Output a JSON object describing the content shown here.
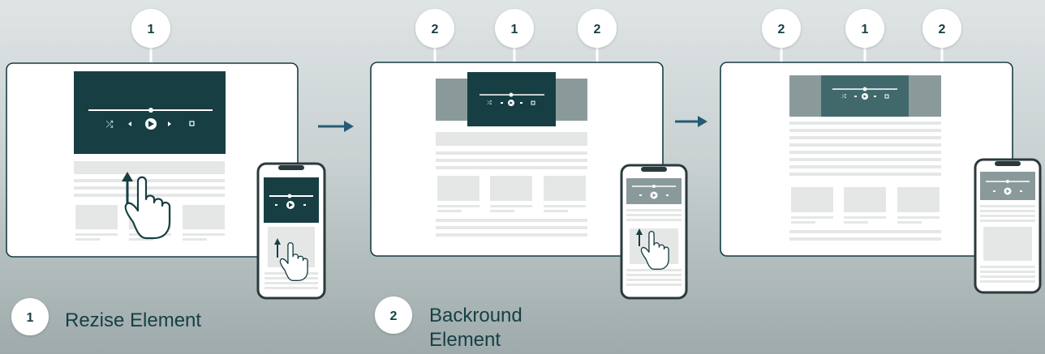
{
  "colors": {
    "background_top": "#dfe4e5",
    "background_bottom": "#9eaaab",
    "element_dark": "#173f43",
    "element_mid": "#41696b",
    "element_grey": "#8a9a9b",
    "placeholder": "#e5e7e7",
    "text": "#153f44",
    "arrow": "#245a76"
  },
  "markers": {
    "resize_number": "1",
    "background_number": "2"
  },
  "legend": [
    {
      "number": "1",
      "label": "Rezise Element"
    },
    {
      "number": "2",
      "label_line1": "Backround",
      "label_line2": "Element"
    }
  ],
  "steps": [
    {
      "step": 1,
      "desktop_markers": [
        "1"
      ],
      "player_state": "full",
      "gesture": "swipe-up"
    },
    {
      "step": 2,
      "desktop_markers": [
        "2",
        "1",
        "2"
      ],
      "player_state": "shrinking",
      "gesture": "swipe-up"
    },
    {
      "step": 3,
      "desktop_markers": [
        "2",
        "1",
        "2"
      ],
      "player_state": "compact",
      "gesture": "none"
    }
  ]
}
